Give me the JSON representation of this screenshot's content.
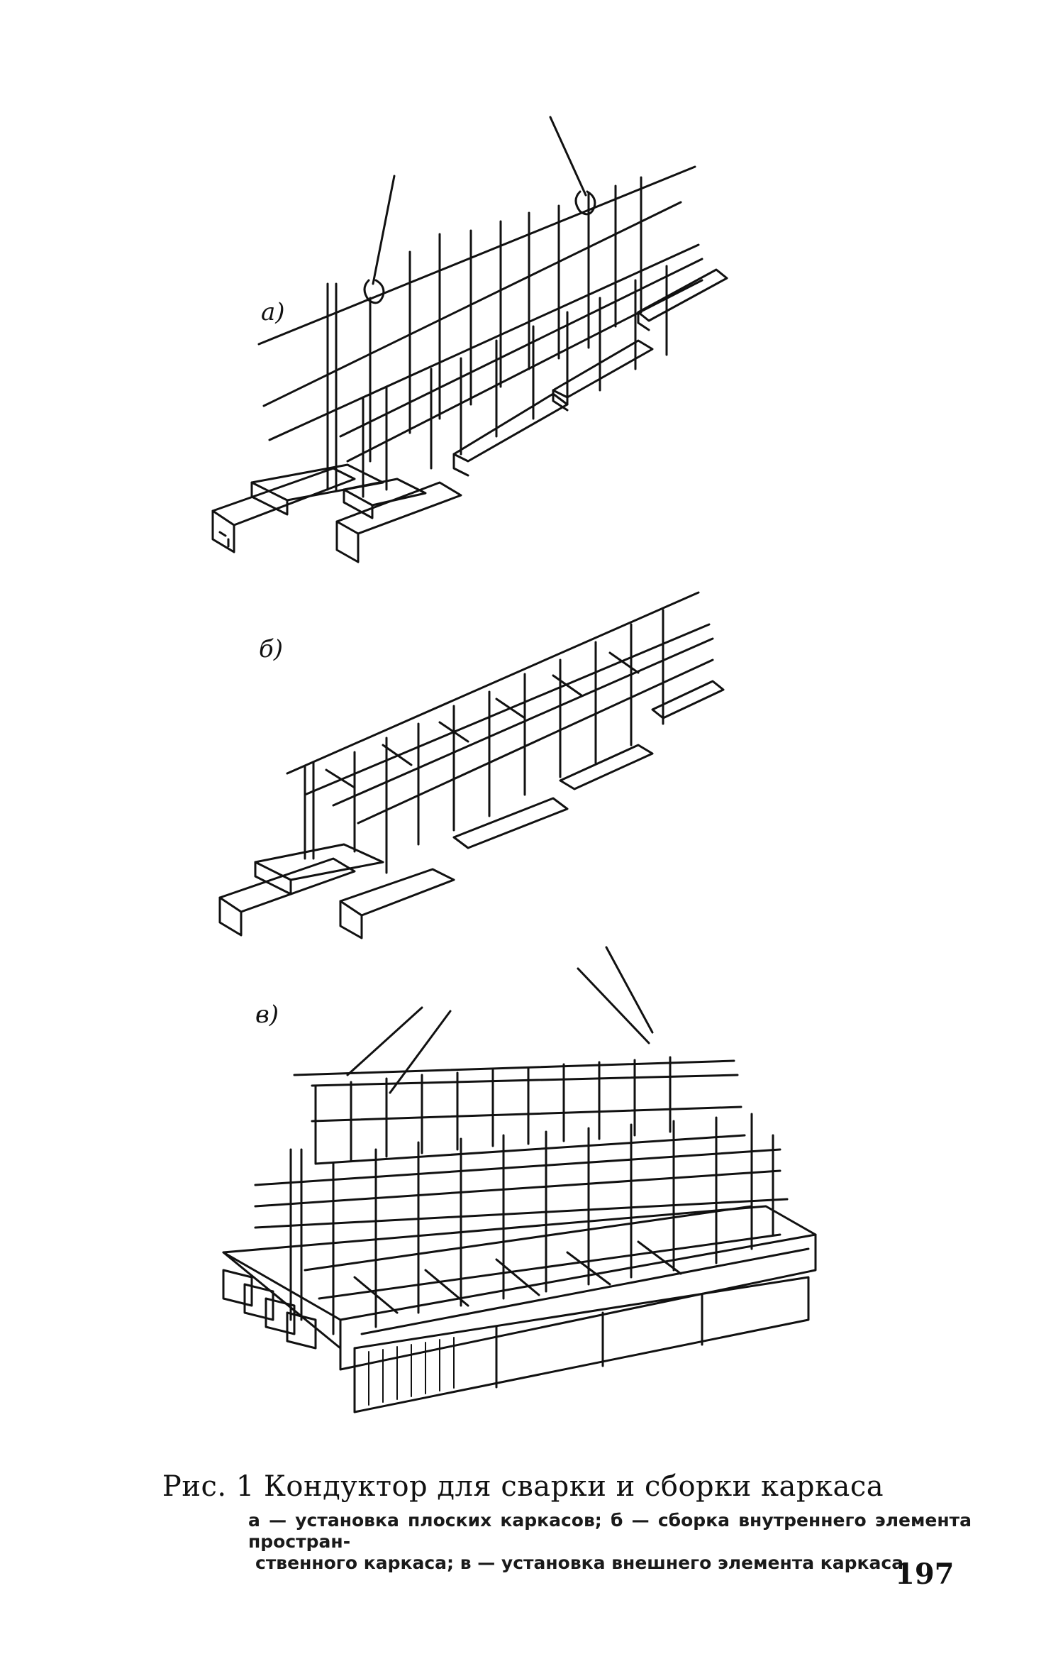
{
  "figure": {
    "panels": [
      {
        "id": "a",
        "label": "а)"
      },
      {
        "id": "b",
        "label": "б)"
      },
      {
        "id": "v",
        "label": "в)"
      }
    ]
  },
  "caption": {
    "title": "Рис. 1  Кондуктор для сварки и сборки каркаса",
    "line1": "а — установка плоских каркасов; б — сборка внутреннего элемента простран-",
    "line2": "ственного каркаса; в — установка внешнего элемента каркаса"
  },
  "page_number": "197"
}
